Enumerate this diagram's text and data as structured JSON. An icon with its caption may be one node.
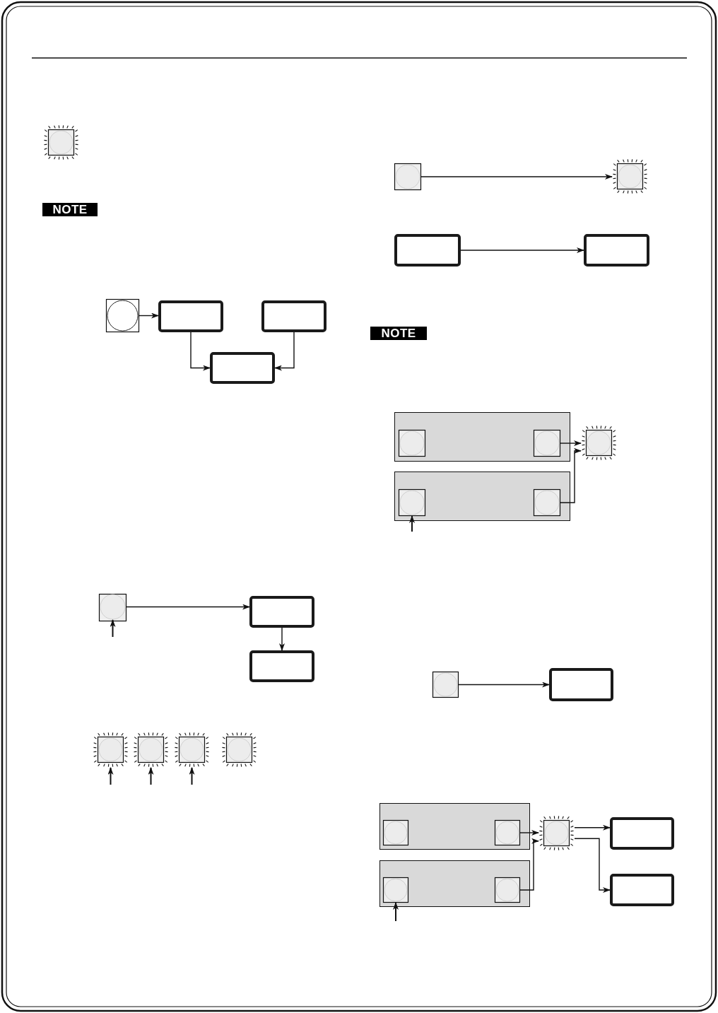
{
  "diagram": {
    "nodes": [
      {
        "text": [],
        "shape": "button"
      },
      {
        "text": [],
        "shape": "button"
      },
      {
        "text": [],
        "shape": "box"
      },
      {
        "text": [],
        "shape": "box"
      },
      {
        "text": [],
        "shape": "box"
      },
      {
        "text": [],
        "shape": "button"
      },
      {
        "text": [],
        "shape": "box"
      },
      {
        "text": [],
        "shape": "box"
      },
      {
        "text": [],
        "shape": "button"
      },
      {
        "text": [],
        "shape": "button"
      },
      {
        "text": [],
        "shape": "button"
      },
      {
        "text": [],
        "shape": "button"
      },
      {
        "text": [],
        "shape": "button"
      },
      {
        "text": [],
        "shape": "button"
      },
      {
        "text": [],
        "shape": "box"
      },
      {
        "text": [],
        "shape": "box"
      },
      {
        "text": [],
        "shape": "box"
      },
      {
        "text": [],
        "shape": "button",
        "in": 16
      },
      {
        "text": [],
        "shape": "button",
        "in": 16
      },
      {
        "text": [],
        "shape": "box"
      },
      {
        "text": [],
        "shape": "button",
        "in": 19
      },
      {
        "text": [],
        "shape": "button",
        "in": 19
      },
      {
        "text": [],
        "shape": "button"
      },
      {
        "text": [],
        "shape": "button"
      },
      {
        "text": [],
        "shape": "box"
      },
      {
        "text": [],
        "shape": "box"
      },
      {
        "text": [],
        "shape": "button",
        "in": 25
      },
      {
        "text": [],
        "shape": "button",
        "in": 25
      },
      {
        "text": [],
        "shape": "box"
      },
      {
        "text": [],
        "shape": "button",
        "in": 28
      },
      {
        "text": [],
        "shape": "button",
        "in": 28
      },
      {
        "text": [],
        "shape": "button"
      },
      {
        "text": [],
        "shape": "box"
      },
      {
        "text": [],
        "shape": "box"
      }
    ],
    "edges": [
      {
        "from": 1,
        "to": 2,
        "arrow": "to"
      },
      {
        "from": 2,
        "to": 4,
        "arrow": "to"
      },
      {
        "from": 3,
        "to": 4,
        "arrow": "to"
      },
      {
        "from": null,
        "to": 5,
        "arrow": "to"
      },
      {
        "from": 5,
        "to": 6,
        "arrow": "to"
      },
      {
        "from": 6,
        "to": 7,
        "arrow": "to"
      },
      {
        "from": null,
        "to": 8,
        "arrow": "to"
      },
      {
        "from": null,
        "to": 9,
        "arrow": "to"
      },
      {
        "from": null,
        "to": 10,
        "arrow": "to"
      },
      {
        "from": 12,
        "to": 13,
        "arrow": "to"
      },
      {
        "from": 14,
        "to": 15,
        "arrow": "to"
      },
      {
        "from": 18,
        "to": 22,
        "arrow": "to"
      },
      {
        "from": 21,
        "to": 22,
        "arrow": "to"
      },
      {
        "from": null,
        "to": 20,
        "arrow": "to"
      },
      {
        "from": 23,
        "to": 24,
        "arrow": "to"
      },
      {
        "from": 27,
        "to": 31,
        "arrow": "to"
      },
      {
        "from": 30,
        "to": 31,
        "arrow": "to"
      },
      {
        "from": 31,
        "to": 32,
        "arrow": "to"
      },
      {
        "from": 31,
        "to": 33,
        "arrow": "to"
      },
      {
        "from": null,
        "to": 29,
        "arrow": "to"
      }
    ],
    "labels": [
      "NOTE",
      "NOTE"
    ]
  }
}
